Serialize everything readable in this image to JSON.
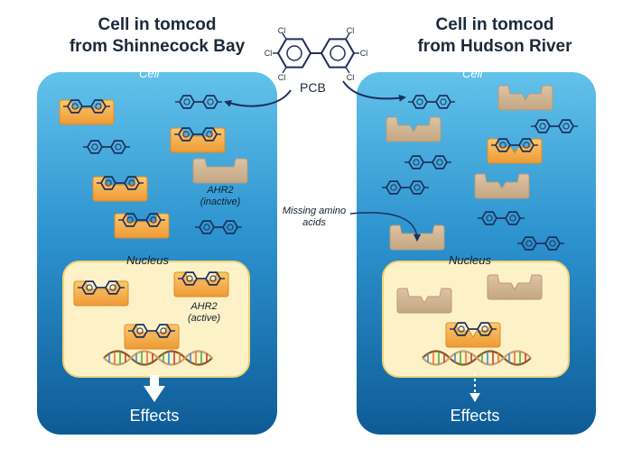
{
  "panels": {
    "left": {
      "title_line1": "Cell in tomcod",
      "title_line2": "from Shinnecock Bay",
      "cell_label": "Cell",
      "nucleus_label": "Nucleus",
      "ahr_inactive_line1": "AHR2",
      "ahr_inactive_line2": "(inactive)",
      "ahr_active_line1": "AHR2",
      "ahr_active_line2": "(active)",
      "effects_label": "Effects",
      "effects_arrow": "solid"
    },
    "right": {
      "title_line1": "Cell in tomcod",
      "title_line2": "from Hudson River",
      "cell_label": "Cell",
      "nucleus_label": "Nucleus",
      "effects_label": "Effects",
      "effects_arrow": "dashed"
    }
  },
  "pcb": {
    "label": "PCB",
    "substituent": "Cl"
  },
  "annotation": {
    "missing_line1": "Missing amino",
    "missing_line2": "acids"
  },
  "colors": {
    "cell_top": "#5bbde8",
    "cell_bottom": "#0e5f9c",
    "nucleus_fill": "#fdf1c7",
    "nucleus_border": "#efd378",
    "receptor_active": "#f5a742",
    "receptor_inactive": "#cfb391",
    "molecule": "#1d2f5c",
    "text_dark": "#1b2a3a"
  }
}
